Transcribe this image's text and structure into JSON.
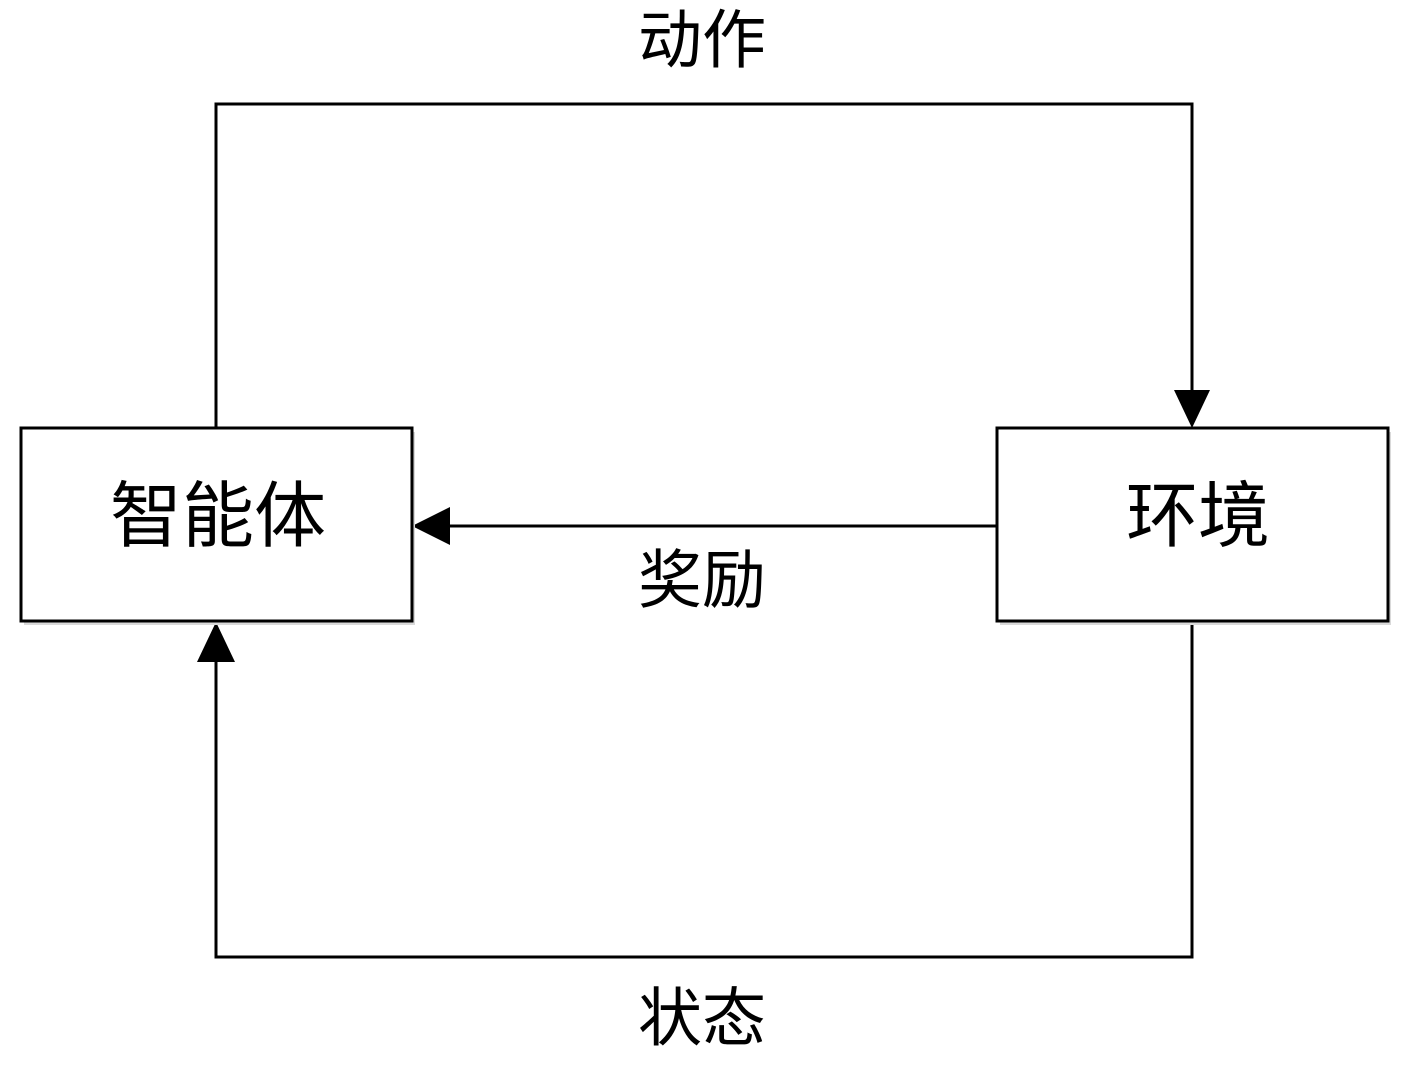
{
  "nodes": {
    "agent": {
      "label": "智能体"
    },
    "environment": {
      "label": "环境"
    }
  },
  "edges": {
    "action": {
      "label": "动作",
      "from": "agent",
      "to": "environment"
    },
    "reward": {
      "label": "奖励",
      "from": "environment",
      "to": "agent"
    },
    "state": {
      "label": "状态",
      "from": "environment",
      "to": "agent"
    }
  }
}
